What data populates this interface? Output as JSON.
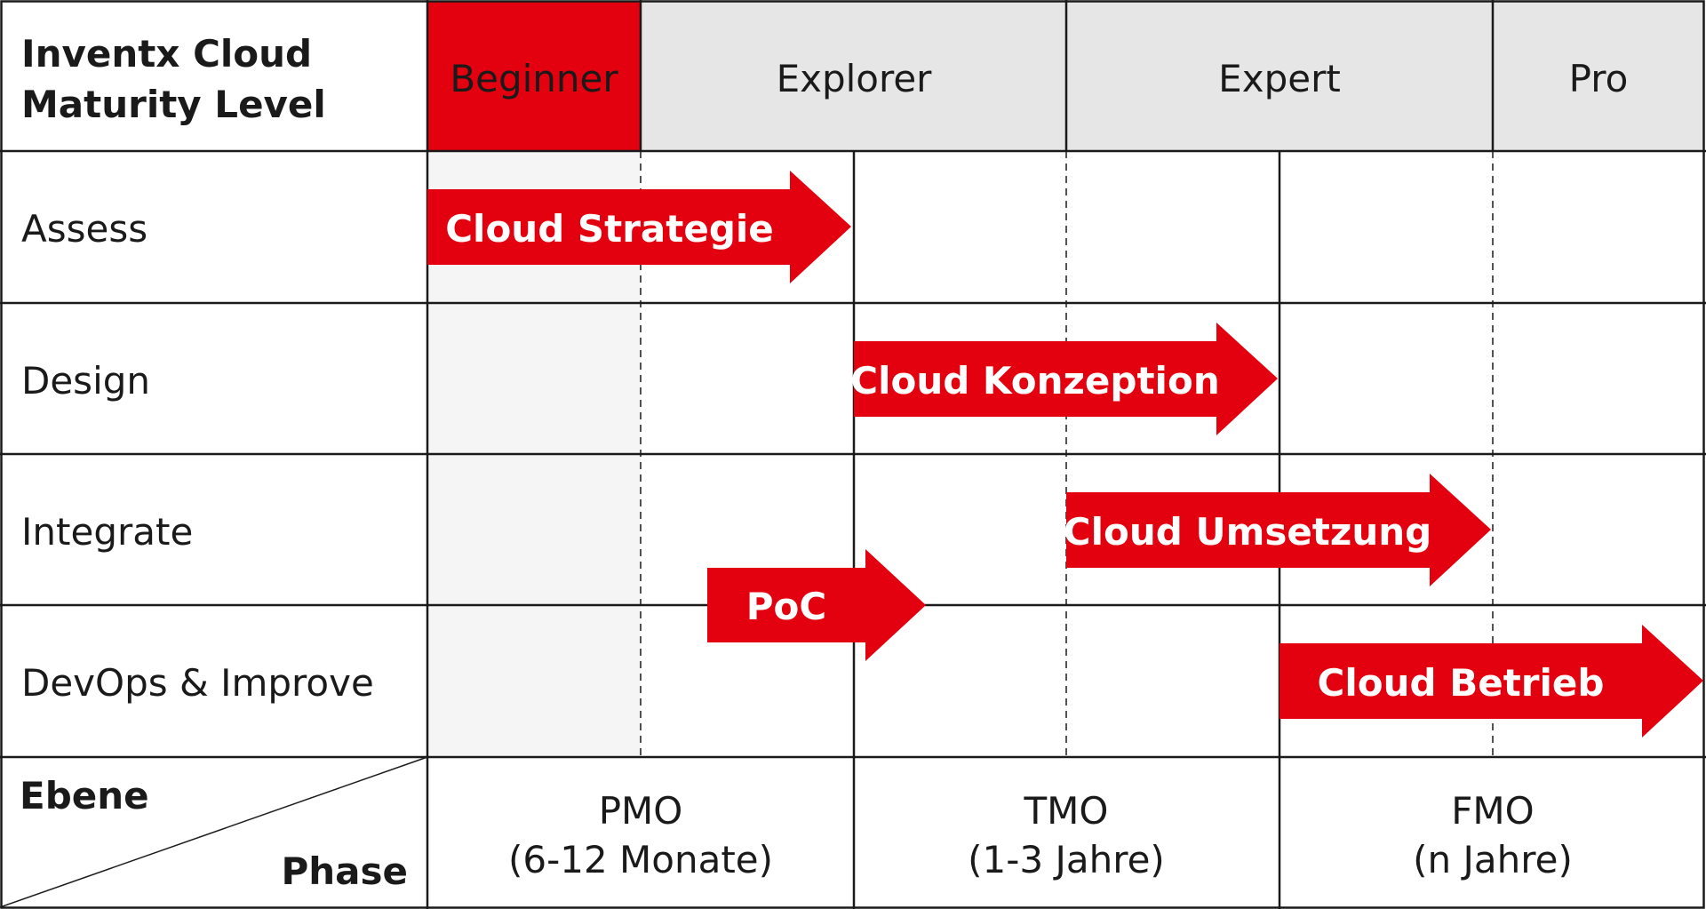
{
  "colors": {
    "accent": "#e3000f",
    "header_gray": "#e6e6e6",
    "beginner_zone": "#f5f5f5",
    "line": "#1a1a1a"
  },
  "header": {
    "title_line1": "Inventx Cloud",
    "title_line2": "Maturity Level",
    "levels": [
      "Beginner",
      "Explorer",
      "Expert",
      "Pro"
    ]
  },
  "rows": [
    "Assess",
    "Design",
    "Integrate",
    "DevOps & Improve"
  ],
  "arrows": {
    "strategie": "Cloud Strategie",
    "konzeption": "Cloud Konzeption",
    "umsetzung": "Cloud Umsetzung",
    "poc": "PoC",
    "betrieb": "Cloud Betrieb"
  },
  "footer": {
    "ebene": "Ebene",
    "phase": "Phase",
    "phases": [
      {
        "name": "PMO",
        "duration": "(6-12 Monate)"
      },
      {
        "name": "TMO",
        "duration": "(1-3 Jahre)"
      },
      {
        "name": "FMO",
        "duration": "(n Jahre)"
      }
    ]
  }
}
